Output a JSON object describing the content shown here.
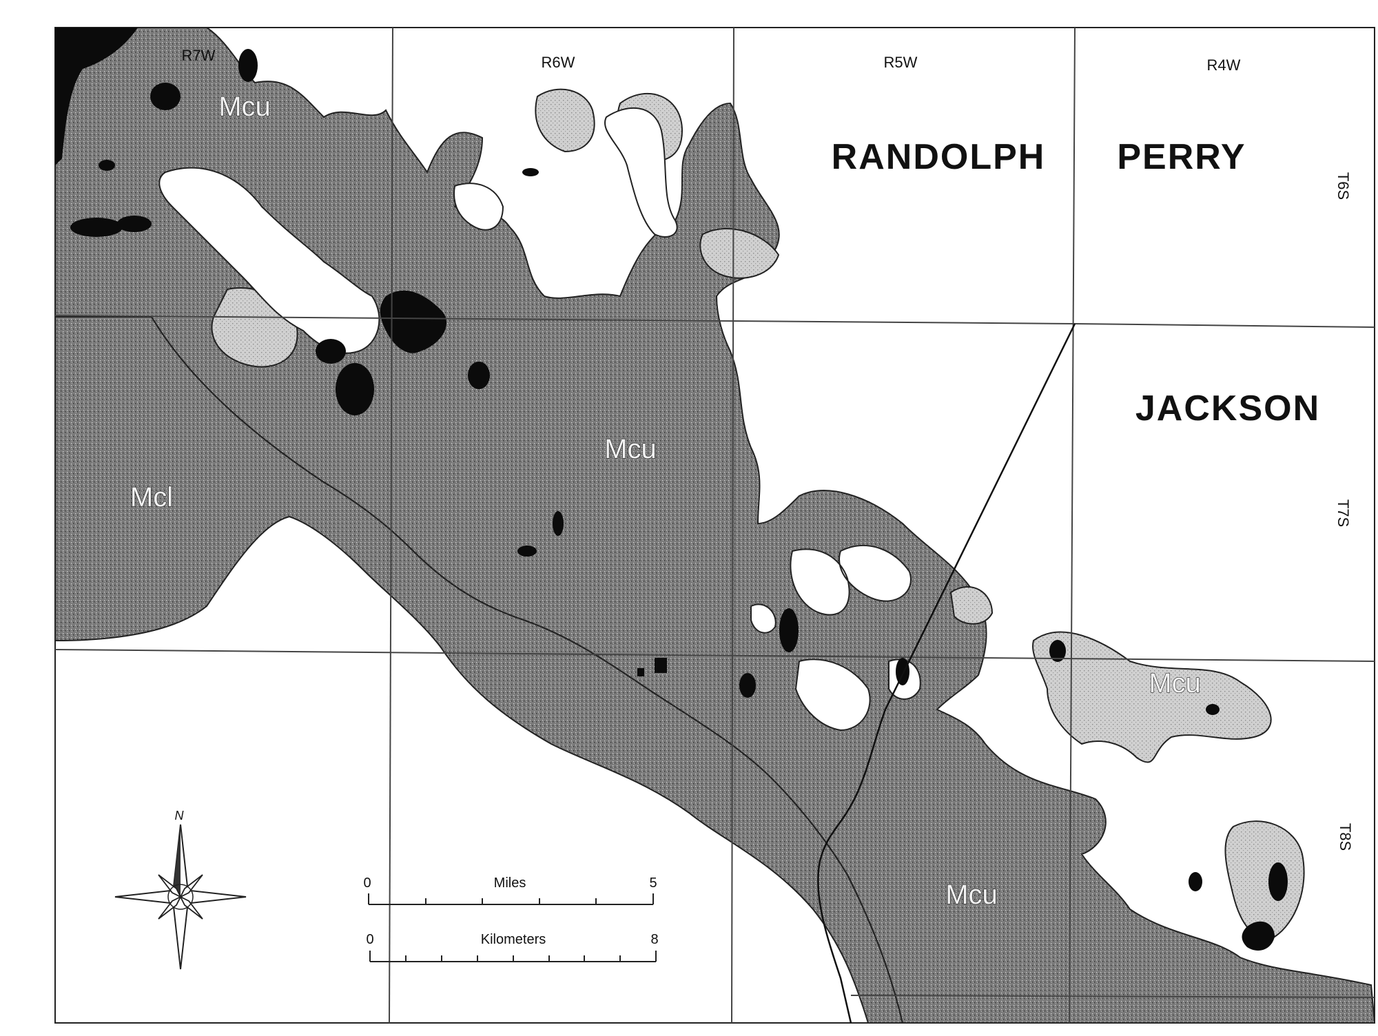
{
  "ranges": [
    "R7W",
    "R6W",
    "R5W",
    "R4W"
  ],
  "townships": [
    "T6S",
    "T7S",
    "T8S"
  ],
  "counties": [
    "RANDOLPH",
    "PERRY",
    "JACKSON"
  ],
  "units": {
    "upper": "Mcu",
    "lower": "Mcl"
  },
  "scale": {
    "miles_start": "0",
    "miles_label": "Miles",
    "miles_end": "5",
    "km_start": "0",
    "km_label": "Kilometers",
    "km_end": "8"
  },
  "compass": {
    "north": "N"
  },
  "colors": {
    "rock": "#6f6f6f",
    "rock_light": "#b8b8b8",
    "deposit": "#0b0b0b",
    "grid": "#444444"
  }
}
